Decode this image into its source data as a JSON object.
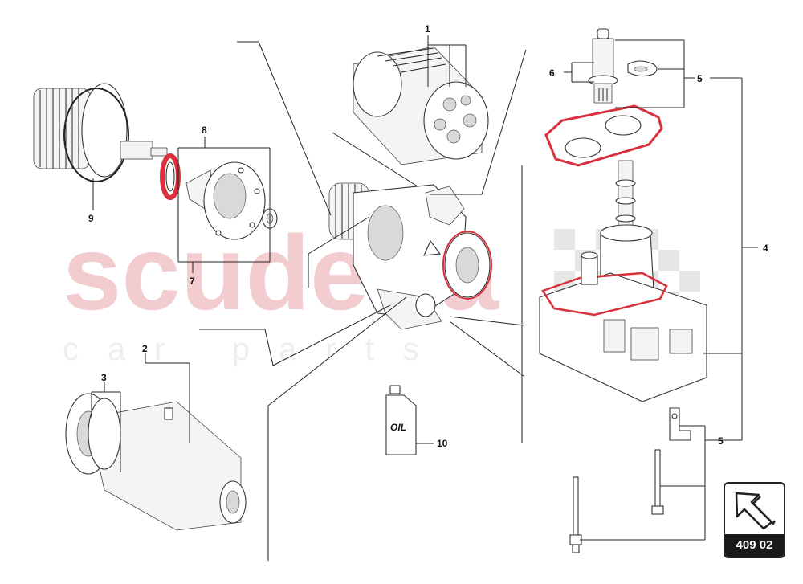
{
  "watermark": {
    "brand": "scuderia",
    "sub": "car parts"
  },
  "callouts": [
    {
      "id": "1",
      "label": "1"
    },
    {
      "id": "2",
      "label": "2"
    },
    {
      "id": "3",
      "label": "3"
    },
    {
      "id": "4",
      "label": "4"
    },
    {
      "id": "5a",
      "label": "5"
    },
    {
      "id": "5b",
      "label": "5"
    },
    {
      "id": "6",
      "label": "6"
    },
    {
      "id": "7",
      "label": "7"
    },
    {
      "id": "8",
      "label": "8"
    },
    {
      "id": "9",
      "label": "9"
    },
    {
      "id": "10",
      "label": "10"
    }
  ],
  "oil_label": "OIL",
  "badge": {
    "code": "409 02",
    "icon": "arrow-up-left-icon"
  },
  "colors": {
    "gasket": "#d9303b",
    "watermark": "#f2cccf",
    "badge_bar": "#1a1a1a"
  }
}
